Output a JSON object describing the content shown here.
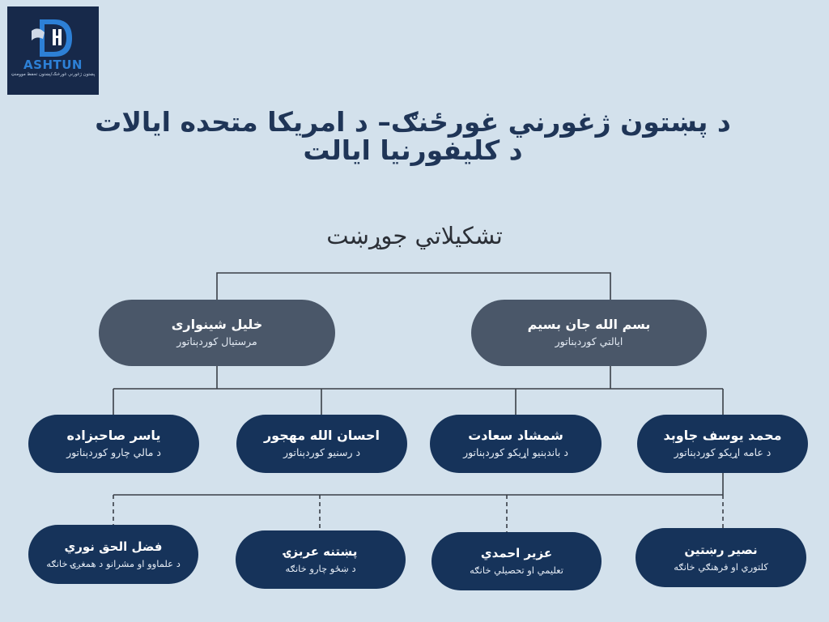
{
  "logo": {
    "wordmark": "ASHTUN",
    "tagline": "پښتون ژغورنې غورځنګ/پښتون تحفظ موومنټ"
  },
  "title": {
    "line1": "د پښتون ژغورني غورځنګ– د امریکا متحده ایالات",
    "line2": "د کلیفورنیا ایالت"
  },
  "subtitle": "تشکیلاتي جوړښت",
  "colors": {
    "background": "#d3e1ec",
    "top_node": "#4a5769",
    "node": "#16335a",
    "title": "#1f3557",
    "connector": "#3a3f47"
  },
  "nodes": {
    "top": [
      {
        "name": "بسم الله جان بسیم",
        "role": "ایالتي کوردېناتور"
      },
      {
        "name": "خلیل شینواری",
        "role": "مرستیال کوردېناتور"
      }
    ],
    "mid": [
      {
        "name": "محمد یوسف جاوېد",
        "role": "د عامه اړیکو کوردېناتور"
      },
      {
        "name": "شمشاد سعادت",
        "role": "د باندېنیو اړیکو کوردېناتور"
      },
      {
        "name": "احسان الله مهجور",
        "role": "د رسنیو کوردېناتور"
      },
      {
        "name": "یاسر صاحبزاده",
        "role": "د مالي چارو کوردېناتور"
      }
    ],
    "low": [
      {
        "name": "نصیر رښتین",
        "role": "کلتوري او فرهنګي خانګه"
      },
      {
        "name": "عزیر احمدي",
        "role": "تعلیمي او تحصیلي خانګه"
      },
      {
        "name": "پښتنه عربزۍ",
        "role": "د ښځو چارو خانګه"
      },
      {
        "name": "فضل الحق نوري",
        "role": "د علماوو او مشرانو د همغږۍ خانګه"
      }
    ]
  }
}
